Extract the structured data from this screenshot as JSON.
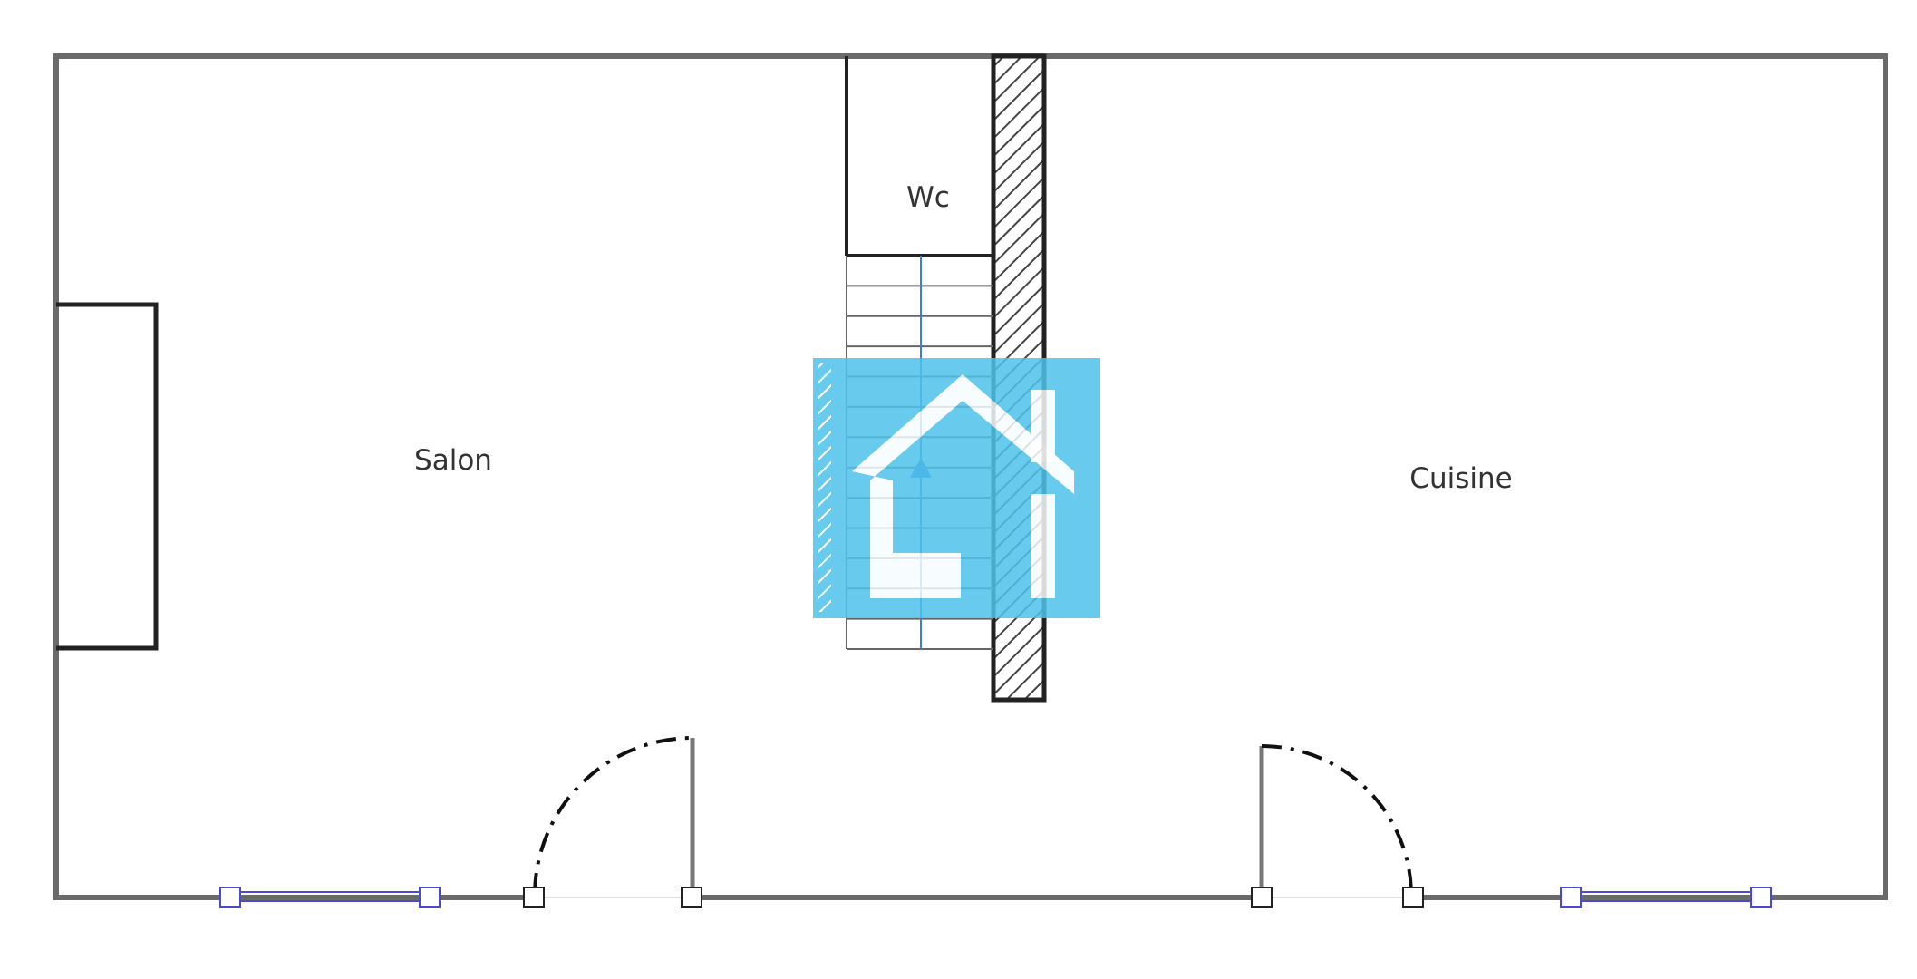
{
  "rooms": {
    "salon": "Salon",
    "wc": "Wc",
    "cuisine": "Cuisine"
  },
  "colors": {
    "wall": "#6a6a6a",
    "wall_dark": "#222222",
    "hatch": "#444444",
    "stairs": "#666666",
    "stair_arrow": "#3b7ddd",
    "window": "#4b4bd0",
    "door_arc": "#111111",
    "logo_bg": "#4ec3ea",
    "logo_fg": "#ffffff"
  },
  "icons": {
    "watermark": "house-logo-icon"
  },
  "stairs": {
    "step_count": 13
  }
}
